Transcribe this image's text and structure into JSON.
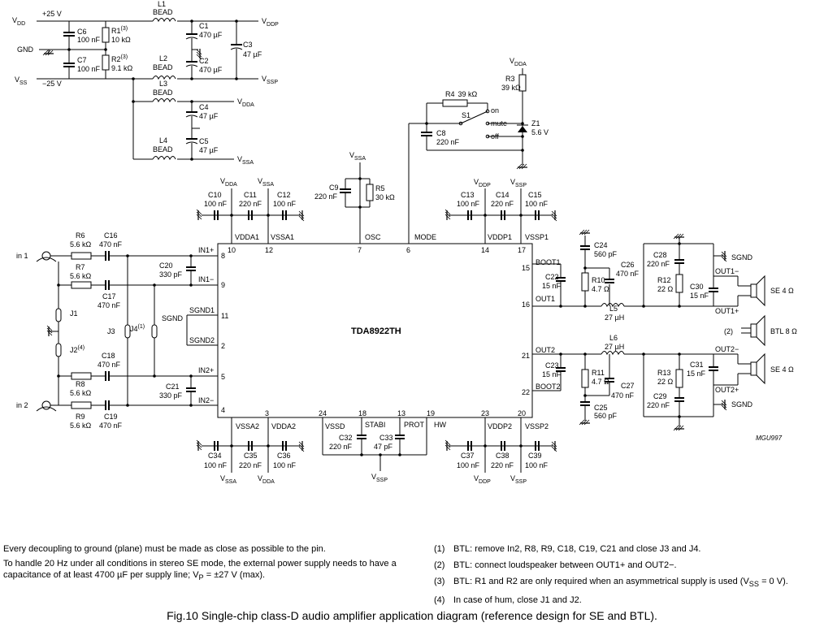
{
  "chip": {
    "name": "TDA8922TH"
  },
  "supply": {
    "vdd": "V",
    "vdd_sub": "DD",
    "vdd_value": "+25 V",
    "gnd": "GND",
    "vss": "V",
    "vss_sub": "SS",
    "vss_value": "−25 V",
    "vddp": "V",
    "vddp_sub": "DDP",
    "vssp": "V",
    "vssp_sub": "SSP",
    "vdda": "V",
    "vdda_sub": "DDA",
    "vssa": "V",
    "vssa_sub": "SSA"
  },
  "components": {
    "L1": "L1",
    "L1_type": "BEAD",
    "L2": "L2",
    "L2_type": "BEAD",
    "L3": "L3",
    "L3_type": "BEAD",
    "L4": "L4",
    "L4_type": "BEAD",
    "C1": "C1",
    "C1_val": "470 µF",
    "C2": "C2",
    "C2_val": "470 µF",
    "C3": "C3",
    "C3_val": "47 µF",
    "C4": "C4",
    "C4_val": "47 µF",
    "C5": "C5",
    "C5_val": "47 µF",
    "C6": "C6",
    "C6_val": "100 nF",
    "C7": "C7",
    "C7_val": "100 nF",
    "R1": "R1",
    "R1_sup": "(3)",
    "R1_val": "10 kΩ",
    "R2": "R2",
    "R2_sup": "(3)",
    "R2_val": "9.1 kΩ",
    "R3": "R3",
    "R3_val": "39 kΩ",
    "R4": "R4",
    "R4_val": "39 kΩ",
    "S1": "S1",
    "S1_on": "on",
    "S1_mute": "mute",
    "S1_off": "off",
    "C8": "C8",
    "C8_val": "220 nF",
    "Z1": "Z1",
    "Z1_val": "5.6 V",
    "C9": "C9",
    "C9_val": "220 nF",
    "R5": "R5",
    "R5_val": "30 kΩ",
    "C10": "C10",
    "C10_val": "100 nF",
    "C11": "C11",
    "C11_val": "220 nF",
    "C12": "C12",
    "C12_val": "100 nF",
    "C13": "C13",
    "C13_val": "100 nF",
    "C14": "C14",
    "C14_val": "220 nF",
    "C15": "C15",
    "C15_val": "100 nF",
    "R6": "R6",
    "R6_val": "5.6 kΩ",
    "C16": "C16",
    "C16_val": "470 nF",
    "R7": "R7",
    "R7_val": "5.6 kΩ",
    "C17": "C17",
    "C17_val": "470 nF",
    "C20": "C20",
    "C20_val": "330 pF",
    "J1": "J1",
    "J2": "J2",
    "J2_sup": "(4)",
    "J3": "J3",
    "J4": "J4",
    "J4_sup": "(1)",
    "C18": "C18",
    "C18_val": "470 nF",
    "R8": "R8",
    "R8_val": "5.6 kΩ",
    "C21": "C21",
    "C21_val": "330 pF",
    "R9": "R9",
    "R9_val": "5.6 kΩ",
    "C19": "C19",
    "C19_val": "470 nF",
    "C24": "C24",
    "C24_val": "560 pF",
    "C22": "C22",
    "C22_val": "15 nF",
    "R10": "R10",
    "R10_val": "4.7 Ω",
    "C26": "C26",
    "C26_val": "470 nF",
    "C28": "C28",
    "C28_val": "220 nF",
    "R12": "R12",
    "R12_val": "22 Ω",
    "C30": "C30",
    "C30_val": "15 nF",
    "L5": "L5",
    "L5_val": "27 µH",
    "L6": "L6",
    "L6_val": "27 µH",
    "C23": "C23",
    "C23_val": "15 nF",
    "R11": "R11",
    "R11_val": "4.7 Ω",
    "C27": "C27",
    "C27_val": "470 nF",
    "R13": "R13",
    "R13_val": "22 Ω",
    "C31": "C31",
    "C31_val": "15 nF",
    "C29": "C29",
    "C29_val": "220 nF",
    "C25": "C25",
    "C25_val": "560 pF",
    "C32": "C32",
    "C32_val": "220 nF",
    "C33": "C33",
    "C33_val": "47 pF",
    "C34": "C34",
    "C34_val": "100 nF",
    "C35": "C35",
    "C35_val": "220 nF",
    "C36": "C36",
    "C36_val": "100 nF",
    "C37": "C37",
    "C37_val": "100 nF",
    "C38": "C38",
    "C38_val": "220 nF",
    "C39": "C39",
    "C39_val": "100 nF"
  },
  "pins": {
    "p10": "10",
    "p12": "12",
    "p7": "7",
    "p6": "6",
    "p14": "14",
    "p17": "17",
    "p8": "8",
    "p9": "9",
    "p11": "11",
    "p2": "2",
    "p5": "5",
    "p4": "4",
    "p3": "3",
    "p24": "24",
    "p18": "18",
    "p13": "13",
    "p19": "19",
    "p23": "23",
    "p20": "20",
    "p15": "15",
    "p16": "16",
    "p21": "21",
    "p22": "22",
    "VDDA1": "VDDA1",
    "VSSA1": "VSSA1",
    "OSC": "OSC",
    "MODE": "MODE",
    "VDDP1": "VDDP1",
    "VSSP1": "VSSP1",
    "IN1p": "IN1+",
    "IN1m": "IN1−",
    "SGND1": "SGND1",
    "SGND2": "SGND2",
    "IN2p": "IN2+",
    "IN2m": "IN2−",
    "VSSA2": "VSSA2",
    "VDDA2": "VDDA2",
    "VSSD": "VSSD",
    "STABI": "STABI",
    "PROT": "PROT",
    "HW": "HW",
    "VDDP2": "VDDP2",
    "VSSP2": "VSSP2",
    "BOOT1": "BOOT1",
    "OUT1": "OUT1",
    "OUT2": "OUT2",
    "BOOT2": "BOOT2"
  },
  "signals": {
    "in1": "in 1",
    "in2": "in 2",
    "sgnd": "SGND",
    "out1m": "OUT1−",
    "out1p": "OUT1+",
    "out2m": "OUT2−",
    "out2p": "OUT2+",
    "se1": "SE 4 Ω",
    "se2": "SE 4 Ω",
    "btl": "BTL 8 Ω",
    "btl_ref": "(2)"
  },
  "figure_code": "MGU997",
  "notes": {
    "left_1": "Every decoupling to ground (plane) must be made as close as possible to the pin.",
    "left_2": "To handle 20 Hz under all conditions in stereo SE mode, the external power supply needs to have a capacitance of at least 4700 µF per supply line; V",
    "left_2_sub": "P",
    "left_2_end": " = ±27 V (max).",
    "fn1_num": "(1)",
    "fn1": "BTL: remove In2, R8, R9, C18, C19, C21 and close J3 and J4.",
    "fn2_num": "(2)",
    "fn2": "BTL: connect loudspeaker between OUT1+ and OUT2−.",
    "fn3_num": "(3)",
    "fn3": "BTL: R1 and R2 are only required when an asymmetrical supply is used (V",
    "fn3_sub": "SS",
    "fn3_end": " = 0 V).",
    "fn4_num": "(4)",
    "fn4": "In case of hum, close J1 and J2."
  },
  "caption": "Fig.10  Single-chip class-D audio amplifier application diagram (reference design for SE and BTL)."
}
